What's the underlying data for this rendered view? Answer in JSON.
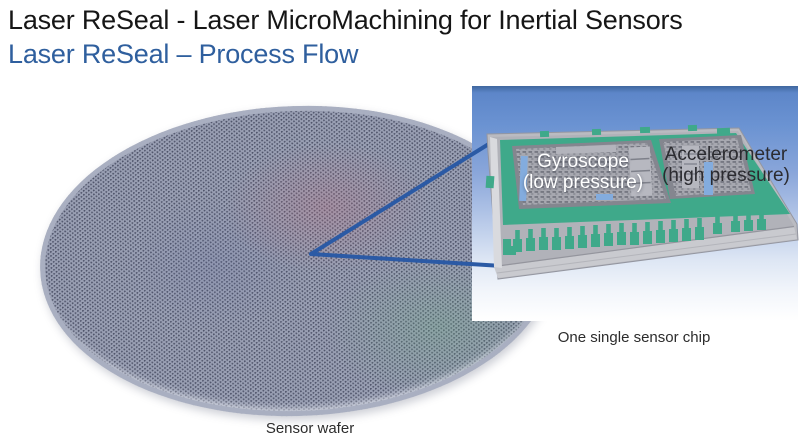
{
  "header": {
    "title": "Laser ReSeal - Laser MicroMachining for Inertial Sensors",
    "subtitle": "Laser ReSeal – Process Flow"
  },
  "figure": {
    "wafer_caption": "Sensor wafer",
    "chip_caption": "One single sensor chip",
    "chip_labels": {
      "gyroscope_line1": "Gyroscope",
      "gyroscope_line2": "(low pressure)",
      "accelerometer_line1": "Accelerometer",
      "accelerometer_line2": "(high pressure)"
    }
  },
  "colors": {
    "title_black": "#161616",
    "subtitle_blue": "#2f5f9e",
    "callout_blue": "#2b5aa5",
    "chip_green": "#3fa98a",
    "inset_blue_top": "#5d86c9",
    "wafer_gray_blue": "#999fb3",
    "gyro_label": "#ffffff",
    "accel_label": "#2b2b30"
  }
}
